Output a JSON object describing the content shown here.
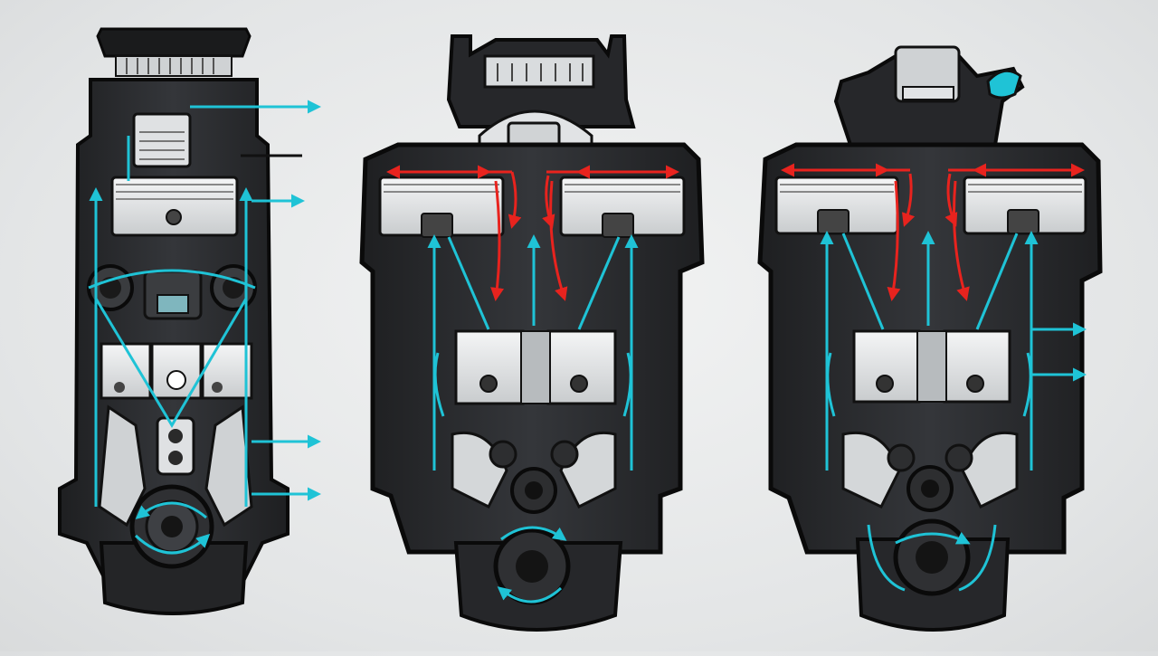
{
  "diagram": {
    "panels": [
      {
        "id": "engine-left",
        "view": "side",
        "flows": [
          "coolant"
        ]
      },
      {
        "id": "engine-center",
        "view": "front",
        "flows": [
          "coolant",
          "heat"
        ]
      },
      {
        "id": "engine-right",
        "view": "front",
        "flows": [
          "coolant",
          "heat"
        ]
      }
    ],
    "colors": {
      "background": "#e6e8e9",
      "engine_body": "#2b2c2e",
      "engine_outline": "#0c0c0d",
      "metal_light": "#e9ebec",
      "metal_mid": "#8e9295",
      "coolant_flow": "#1fc3d6",
      "heat_flow": "#e8231e"
    },
    "icons": [
      "flow-arrow-icon",
      "pulley-icon",
      "gear-icon"
    ]
  }
}
